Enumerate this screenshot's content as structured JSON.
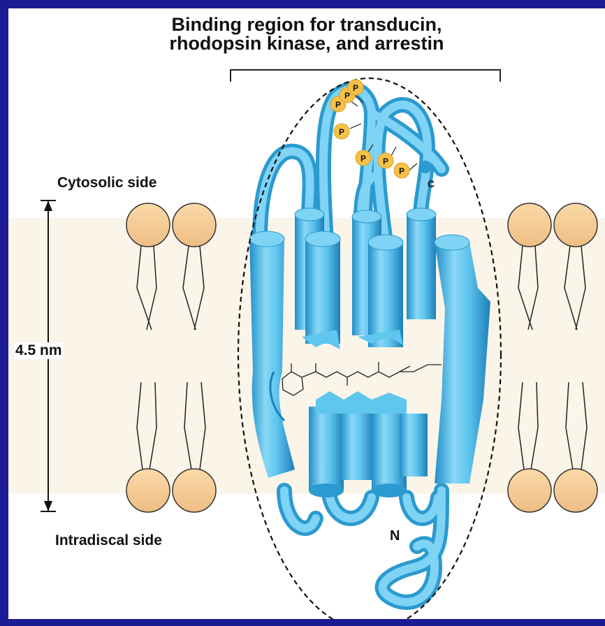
{
  "title": {
    "line1": "Binding region for transducin,",
    "line2": "rhodopsin kinase, and arrestin"
  },
  "labels": {
    "cytosolic": "Cytosolic side",
    "intradiscal": "Intradiscal side",
    "thickness": "4.5 nm",
    "c_terminus": "C",
    "n_terminus": "N",
    "phosphate": "P"
  },
  "colors": {
    "frame": "#1b1c94",
    "helix": "#5fc6ee",
    "helix_dark": "#2a9ad0",
    "lipid_head": "#f6cc95",
    "membrane": "#fbf4e8",
    "phosphate": "#f6c148"
  }
}
